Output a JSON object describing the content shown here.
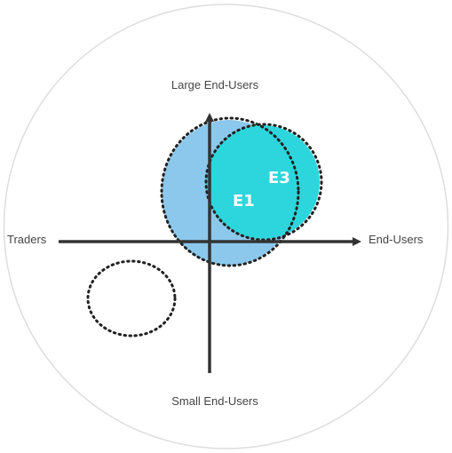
{
  "axes": {
    "top_label": "Large End-Users",
    "bottom_label": "Small End-Users",
    "left_label": "Traders",
    "right_label": "End-Users"
  },
  "regions": {
    "e1_label": "E1",
    "e3_label": "E3"
  },
  "colors": {
    "outer_border": "#dddddd",
    "axis": "#333333",
    "e1_fill": "#8cc8ec",
    "e3_fill": "#2dd6dc",
    "dotted_outline": "#222222",
    "text": "#444444"
  }
}
